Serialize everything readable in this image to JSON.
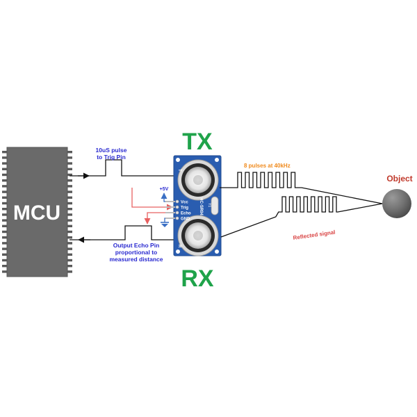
{
  "mcu": {
    "label": "MCU"
  },
  "sensor": {
    "tx_label": "TX",
    "rx_label": "RX",
    "model": "HC-SR04",
    "t_mark": "T",
    "r_mark": "R",
    "y_mark": "Y1",
    "pins": [
      "Vcc",
      "Trig",
      "Echo",
      "GND"
    ]
  },
  "power": {
    "label": "+5V"
  },
  "trigger": {
    "line1": "10uS pulse",
    "line2": "to Trig Pin"
  },
  "echo": {
    "line1": "Output Echo Pin",
    "line2": "proportional to",
    "line3": "measured distance"
  },
  "tx_wave": {
    "label": "8 pulses at 40kHz"
  },
  "rx_wave": {
    "label": "Reflected signal"
  },
  "object": {
    "label": "Object"
  },
  "colors": {
    "accent_green": "#1fa34a",
    "board_blue": "#2a5db0",
    "label_blue": "#2a2ad0",
    "label_orange": "#f08a1c",
    "label_red": "#d94545",
    "arrow_red": "#e86060",
    "chip_gray": "#666666"
  }
}
